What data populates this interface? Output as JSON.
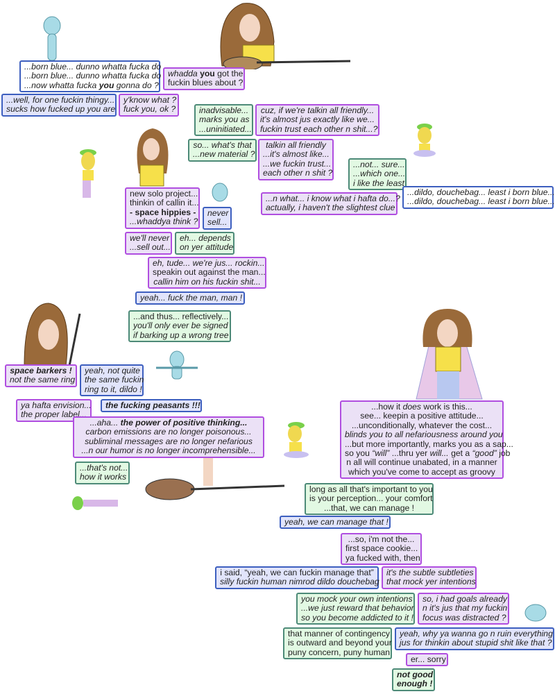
{
  "colors": {
    "purple_border": "#b04ee0",
    "purple_fill": "#ebe1f6",
    "blue_border": "#3d5fbf",
    "blue_fill": "#e1e4fb",
    "green_border": "#4d8a78",
    "green_fill": "#e2f9e3"
  },
  "bubbles": [
    {
      "style": "white",
      "lines": [
        [
          [
            "i",
            "...born blue... dunno whatta fucka do"
          ]
        ],
        [
          [
            "i",
            "...born blue... dunno whatta fucka do"
          ]
        ],
        [
          [
            "i",
            "...now whatta fucka "
          ],
          [
            "bi",
            "you"
          ],
          [
            "i",
            " gonna do ?"
          ]
        ]
      ]
    },
    {
      "style": "purple",
      "lines": [
        [
          [
            "i",
            "whadda "
          ],
          [
            "b",
            "you"
          ],
          [
            "n",
            " got the"
          ]
        ],
        [
          [
            "n",
            "fuckin blues about ?"
          ]
        ]
      ]
    },
    {
      "style": "blue",
      "lines": [
        [
          [
            "i",
            "...well, for one fuckin thingy..."
          ]
        ],
        [
          [
            "i",
            "sucks how fucked up you are"
          ]
        ]
      ]
    },
    {
      "style": "purple",
      "lines": [
        [
          [
            "i",
            "y'know what ?"
          ]
        ],
        [
          [
            "i",
            "fuck you, ok ?"
          ]
        ]
      ]
    },
    {
      "style": "green",
      "lines": [
        [
          [
            "i",
            "inadvisable..."
          ]
        ],
        [
          [
            "i",
            "marks you as"
          ]
        ],
        [
          [
            "i",
            "...uninitiated..."
          ]
        ]
      ]
    },
    {
      "style": "purple",
      "lines": [
        [
          [
            "i",
            "cuz, if we're talkin all friendly..."
          ]
        ],
        [
          [
            "i",
            "it's almost jus exactly like we..."
          ]
        ],
        [
          [
            "i",
            "fuckin trust each other n shit...?"
          ]
        ]
      ]
    },
    {
      "style": "green",
      "lines": [
        [
          [
            "i",
            "so... what's that"
          ]
        ],
        [
          [
            "i",
            "...new material ?"
          ]
        ]
      ]
    },
    {
      "style": "purple",
      "lines": [
        [
          [
            "i",
            "talkin all friendly"
          ]
        ],
        [
          [
            "i",
            "...it's almost like..."
          ]
        ],
        [
          [
            "i",
            "...we fuckin trust..."
          ]
        ],
        [
          [
            "i",
            "each other n shit ?"
          ]
        ]
      ]
    },
    {
      "style": "green",
      "lines": [
        [
          [
            "i",
            "...not... sure..."
          ]
        ],
        [
          [
            "i",
            "...which one..."
          ]
        ],
        [
          [
            "i",
            "i like the least"
          ]
        ]
      ]
    },
    {
      "style": "purple",
      "lines": [
        [
          [
            "n",
            "new solo project..."
          ]
        ],
        [
          [
            "n",
            "thinkin of callin it..."
          ]
        ],
        [
          [
            "b",
            "- space hippies -"
          ]
        ],
        [
          [
            "i",
            "...whaddya think ?"
          ]
        ]
      ]
    },
    {
      "style": "blue",
      "lines": [
        [
          [
            "i",
            "never"
          ]
        ],
        [
          [
            "i",
            "sell..."
          ]
        ]
      ]
    },
    {
      "style": "purple",
      "lines": [
        [
          [
            "i",
            "...n what... i know what i hafta do...?"
          ]
        ],
        [
          [
            "i",
            "actually, i haven't the slightest clue"
          ]
        ]
      ]
    },
    {
      "style": "white",
      "lines": [
        [
          [
            "i",
            "...dildo, douchebag... least i born blue..."
          ]
        ],
        [
          [
            "i",
            "...dildo, douchebag... least i born blue..."
          ]
        ]
      ]
    },
    {
      "style": "purple",
      "lines": [
        [
          [
            "i",
            "we'll never"
          ]
        ],
        [
          [
            "i",
            "...sell out..."
          ]
        ]
      ]
    },
    {
      "style": "green",
      "lines": [
        [
          [
            "i",
            "eh... depends"
          ]
        ],
        [
          [
            "i",
            "on yer attitude"
          ]
        ]
      ]
    },
    {
      "style": "purple",
      "lines": [
        [
          [
            "i",
            "eh, tude... we're jus... rockin..."
          ]
        ],
        [
          [
            "n",
            "speakin out against the man..."
          ]
        ],
        [
          [
            "i",
            "callin him on his fuckin shit..."
          ]
        ]
      ]
    },
    {
      "style": "blue",
      "lines": [
        [
          [
            "i",
            "yeah... fuck the man, man !"
          ]
        ]
      ]
    },
    {
      "style": "green",
      "lines": [
        [
          [
            "n",
            "...and thus... reflectively..."
          ]
        ],
        [
          [
            "i",
            "you'll only ever be signed"
          ]
        ],
        [
          [
            "i",
            "if barking up a wrong tree"
          ]
        ]
      ]
    },
    {
      "style": "purple",
      "lines": [
        [
          [
            "bi",
            "space barkers !"
          ]
        ],
        [
          [
            "i",
            "not the same ring"
          ]
        ]
      ]
    },
    {
      "style": "blue",
      "lines": [
        [
          [
            "i",
            "yeah, not quite"
          ]
        ],
        [
          [
            "i",
            "the same fuckin"
          ]
        ],
        [
          [
            "i",
            "ring to it, dildo !"
          ]
        ]
      ]
    },
    {
      "style": "purple",
      "lines": [
        [
          [
            "i",
            "ya hafta envision..."
          ]
        ],
        [
          [
            "i",
            "the proper label..."
          ]
        ]
      ]
    },
    {
      "style": "blue",
      "lines": [
        [
          [
            "bi",
            "the fucking peasants !!!"
          ]
        ]
      ]
    },
    {
      "style": "purple",
      "lines": [
        [
          [
            "i",
            "...aha... "
          ],
          [
            "bi",
            "the power of positive thinking..."
          ]
        ],
        [
          [
            "i",
            "carbon emissions are no longer poisonous..."
          ]
        ],
        [
          [
            "i",
            "subliminal messages are no longer nefarious"
          ]
        ],
        [
          [
            "i",
            "...n our humor is no longer incomprehensible..."
          ]
        ]
      ]
    },
    {
      "style": "green",
      "lines": [
        [
          [
            "i",
            "...that's not..."
          ]
        ],
        [
          [
            "i",
            "how it works"
          ]
        ]
      ]
    },
    {
      "style": "purple",
      "lines": [
        [
          [
            "n",
            "...how it "
          ],
          [
            "i",
            "does"
          ],
          [
            "n",
            " work is this..."
          ]
        ],
        [
          [
            "n",
            "see... keepin a positive attitude..."
          ]
        ],
        [
          [
            "n",
            "...unconditionally, whatever the cost..."
          ]
        ],
        [
          [
            "i",
            "blinds you to all nefariousness around you"
          ]
        ],
        [
          [
            "n",
            "...but more importantly, marks you as a sap..."
          ]
        ],
        [
          [
            "n",
            "so you "
          ],
          [
            "i",
            "“will”"
          ],
          [
            "n",
            " ...thru yer "
          ],
          [
            "i",
            "will..."
          ],
          [
            "n",
            " get a "
          ],
          [
            "i",
            "“good”"
          ],
          [
            "n",
            " job"
          ]
        ],
        [
          [
            "n",
            "n all will continue unabated, in a manner"
          ]
        ],
        [
          [
            "n",
            "which you've come to accept as groovy"
          ]
        ]
      ]
    },
    {
      "style": "green",
      "lines": [
        [
          [
            "n",
            "long as all that's important to you"
          ]
        ],
        [
          [
            "n",
            "is your perception... your comfort"
          ]
        ],
        [
          [
            "n",
            "...that, we can manage !"
          ]
        ]
      ]
    },
    {
      "style": "blue",
      "lines": [
        [
          [
            "i",
            "yeah, we can manage that !"
          ]
        ]
      ]
    },
    {
      "style": "purple",
      "lines": [
        [
          [
            "n",
            "...so, i'm not the..."
          ]
        ],
        [
          [
            "n",
            "first space cookie..."
          ]
        ],
        [
          [
            "n",
            "ya fucked with, then"
          ]
        ]
      ]
    },
    {
      "style": "blue",
      "lines": [
        [
          [
            "n",
            "i said, “yeah, we can fuckin manage that”"
          ]
        ],
        [
          [
            "i",
            "silly fuckin human nimrod dildo douchebag"
          ]
        ]
      ]
    },
    {
      "style": "purple",
      "lines": [
        [
          [
            "i",
            "it's the subtle subtleties"
          ]
        ],
        [
          [
            "i",
            "that mock yer intentions"
          ]
        ]
      ]
    },
    {
      "style": "green",
      "lines": [
        [
          [
            "i",
            "you mock your own intentions"
          ]
        ],
        [
          [
            "i",
            "...we just reward that behavior"
          ]
        ],
        [
          [
            "i",
            "so you become addicted to it !"
          ]
        ]
      ]
    },
    {
      "style": "purple",
      "lines": [
        [
          [
            "i",
            "so, i had goals already"
          ]
        ],
        [
          [
            "i",
            "n it's jus that my fuckin"
          ]
        ],
        [
          [
            "i",
            "focus was distracted ?"
          ]
        ]
      ]
    },
    {
      "style": "green",
      "lines": [
        [
          [
            "n",
            "that manner of contingency"
          ]
        ],
        [
          [
            "n",
            "is outward and beyond your"
          ]
        ],
        [
          [
            "n",
            "puny concern, puny human"
          ]
        ]
      ]
    },
    {
      "style": "blue",
      "lines": [
        [
          [
            "i",
            "yeah, why ya wanna go n ruin everything"
          ]
        ],
        [
          [
            "i",
            "jus for thinkin about stupid shit like that ?"
          ]
        ]
      ]
    },
    {
      "style": "purple",
      "lines": [
        [
          [
            "n",
            "er... sorry"
          ]
        ]
      ]
    },
    {
      "style": "green",
      "lines": [
        [
          [
            "bi",
            "not good"
          ]
        ],
        [
          [
            "bi",
            "enough !"
          ]
        ]
      ]
    }
  ]
}
